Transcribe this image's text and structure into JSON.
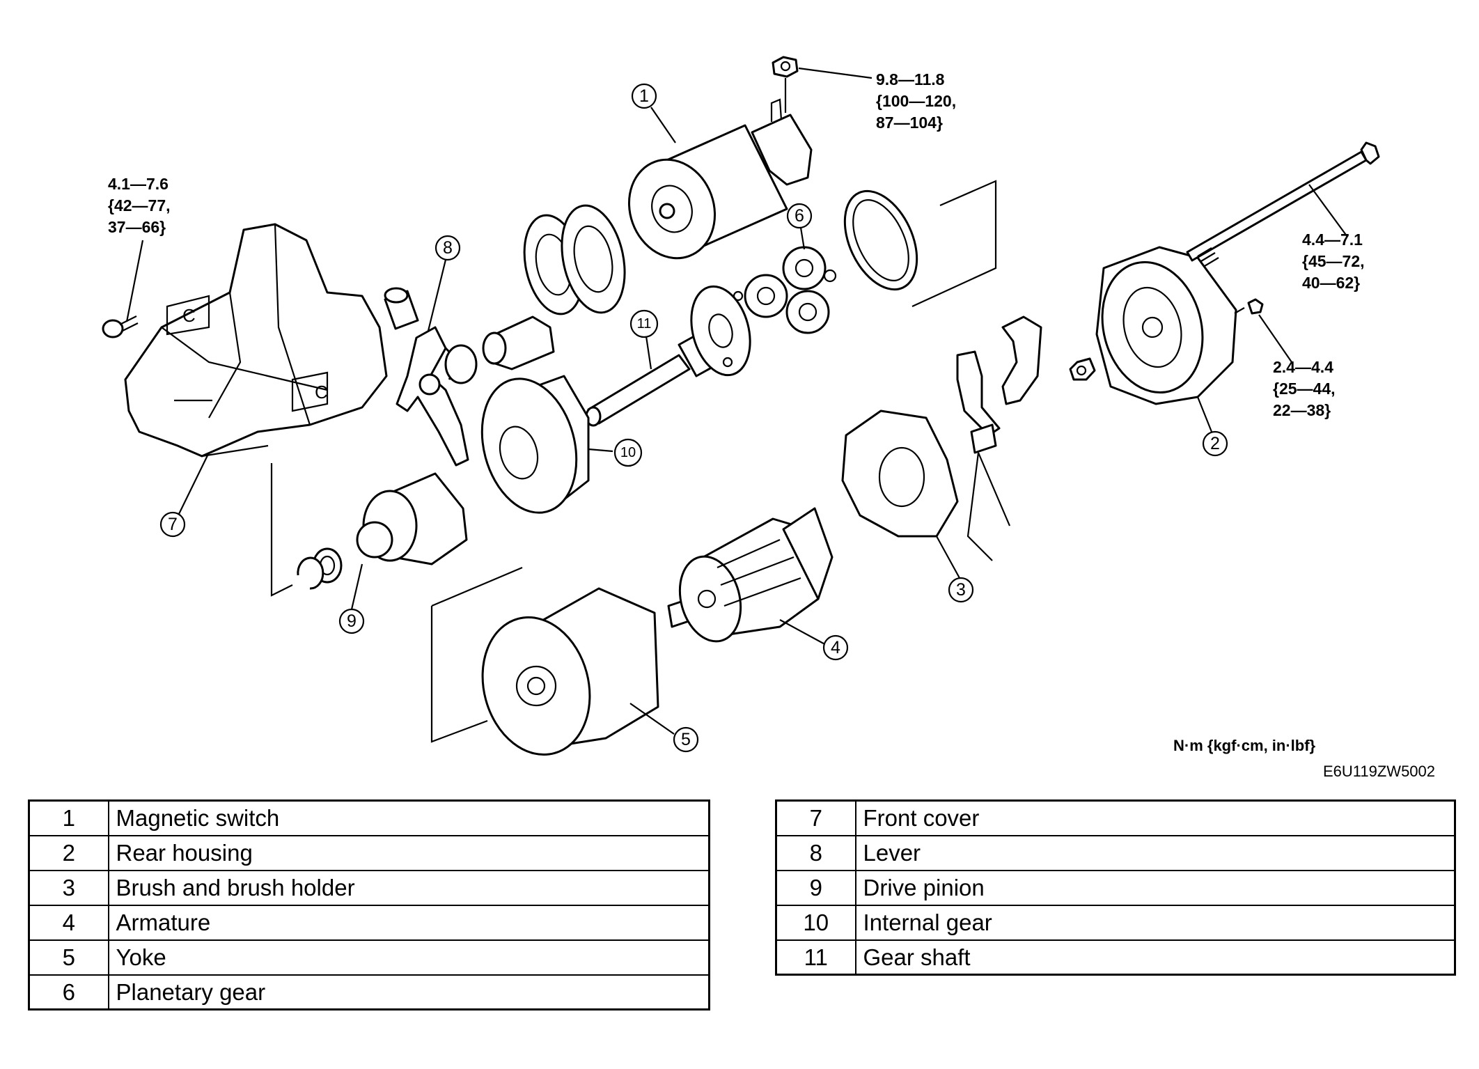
{
  "callouts": [
    "1",
    "2",
    "3",
    "4",
    "5",
    "6",
    "7",
    "8",
    "9",
    "10",
    "11"
  ],
  "torque_specs": {
    "front_bolt": [
      "4.1—7.6",
      "{42—77,",
      "37—66}"
    ],
    "terminal_nut": [
      "9.8—11.8",
      "{100—120,",
      "87—104}"
    ],
    "through_bolt": [
      "4.4—7.1",
      "{45—72,",
      "40—62}"
    ],
    "rear_screw": [
      "2.4—4.4",
      "{25—44,",
      "22—38}"
    ]
  },
  "units_note": "N·m {kgf·cm, in·lbf}",
  "figure_code": "E6U119ZW5002",
  "parts_left": [
    {
      "num": "1",
      "name": "Magnetic switch"
    },
    {
      "num": "2",
      "name": "Rear housing"
    },
    {
      "num": "3",
      "name": "Brush and brush holder"
    },
    {
      "num": "4",
      "name": "Armature"
    },
    {
      "num": "5",
      "name": "Yoke"
    },
    {
      "num": "6",
      "name": "Planetary gear"
    }
  ],
  "parts_right": [
    {
      "num": "7",
      "name": "Front cover"
    },
    {
      "num": "8",
      "name": "Lever"
    },
    {
      "num": "9",
      "name": "Drive pinion"
    },
    {
      "num": "10",
      "name": "Internal gear"
    },
    {
      "num": "11",
      "name": "Gear shaft"
    }
  ]
}
